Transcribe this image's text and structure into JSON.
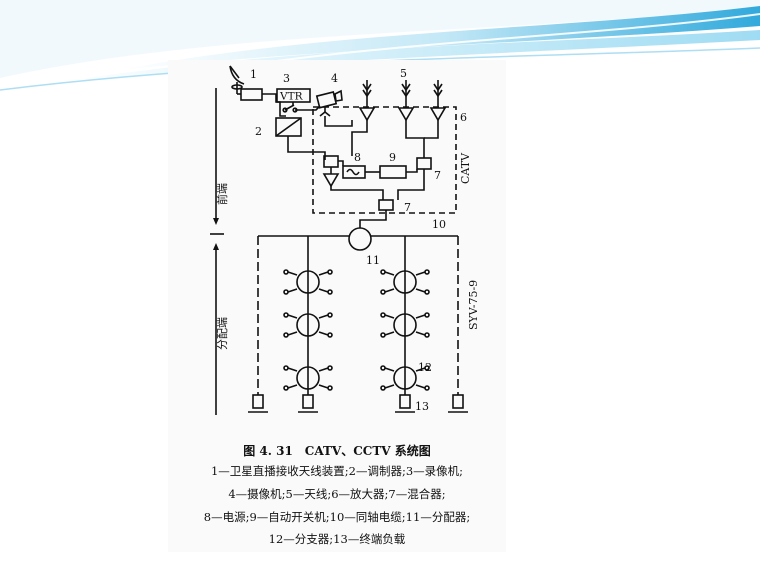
{
  "slide": {
    "accent_colors": [
      "#1aa0d8",
      "#7fd0ef",
      "#cfe9f7"
    ]
  },
  "diagram": {
    "labels": {
      "n1": "1",
      "n2": "2",
      "n3": "3",
      "n4": "4",
      "n5": "5",
      "n6": "6",
      "n7a": "7",
      "n7b": "7",
      "n8": "8",
      "n9": "9",
      "n10": "10",
      "n11": "11",
      "n12": "12",
      "n13": "13",
      "vtr": "VTR",
      "catv": "CATV",
      "front_end": "前端",
      "distribution_end": "分配端",
      "cable_type": "SYV-75-9"
    }
  },
  "caption": {
    "title": "图 4. 31　CATV、CCTV 系统图",
    "legend_lines": [
      "1—卫星直播接收天线装置;2—调制器;3—录像机;",
      "4—摄像机;5—天线;6—放大器;7—混合器;",
      "8—电源;9—自动开关机;10—同轴电缆;11—分配器;",
      "12—分支器;13—终端负载"
    ]
  }
}
